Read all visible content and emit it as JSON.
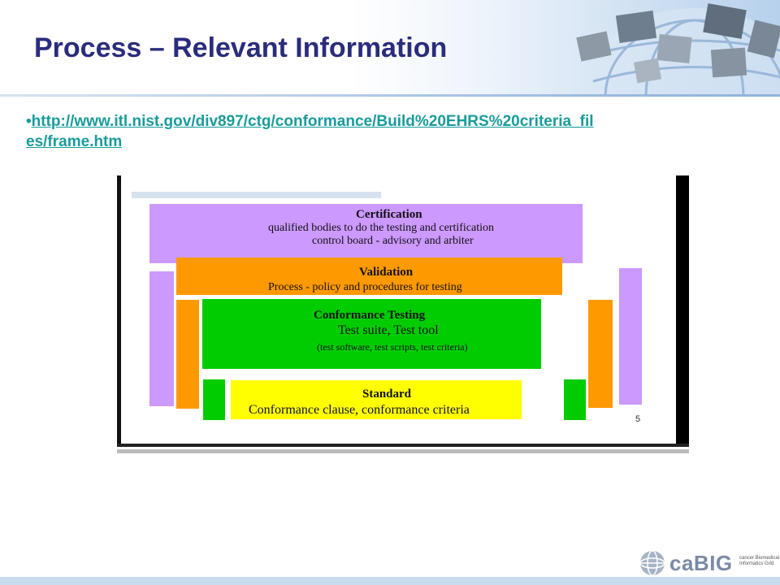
{
  "slide": {
    "title": "Process – Relevant Information",
    "link": {
      "bullet": "•",
      "line1": "http://www.itl.nist.gov/div897/ctg/conformance/Build%20EHRS%20criteria_fil",
      "line2": "es/frame.htm"
    }
  },
  "diagram": {
    "certification": {
      "heading": "Certification",
      "line1": "qualified bodies to do the testing and certification",
      "line2": "control board - advisory and arbiter"
    },
    "validation": {
      "heading": "Validation",
      "line1": "Process - policy and procedures for testing"
    },
    "conformance_testing": {
      "heading": "Conformance Testing",
      "line1": "Test suite, Test tool",
      "line2": "(test software, test scripts, test criteria)"
    },
    "standard": {
      "heading": "Standard",
      "line1": "Conformance clause, conformance criteria"
    },
    "page_number": "5",
    "colors": {
      "certification": "#cc99ff",
      "validation": "#ff9900",
      "conformance_testing": "#00cc00",
      "standard": "#ffff00"
    }
  },
  "footer": {
    "logo_text": "caBIG",
    "logo_tagline": "cancer Biomedical Informatics Grid"
  },
  "theme": {
    "title_color": "#2a2c7c",
    "link_color": "#1a9b9b"
  }
}
